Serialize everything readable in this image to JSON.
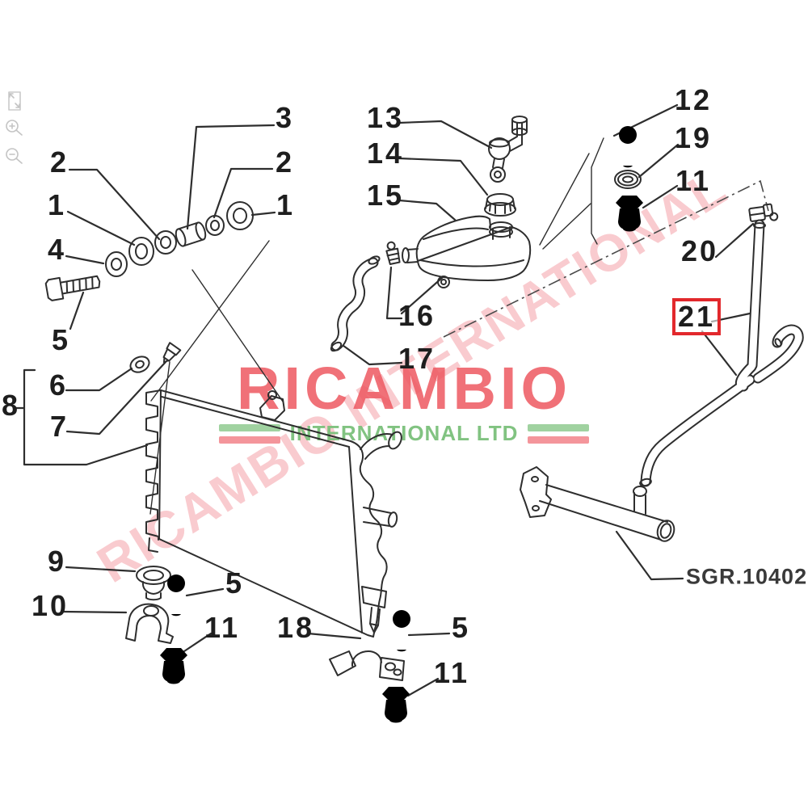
{
  "colors": {
    "hl": "#e2282c",
    "brand": "#ee5961",
    "sub": "#7bc07b",
    "flag_green": "#96cd96",
    "flag_red": "#f2828a",
    "diagonal": "#f3949c",
    "line": "#2e2e2e",
    "icon": "#c4c4c4"
  },
  "viewer": {
    "controls": [
      {
        "name": "fit-view"
      },
      {
        "name": "zoom-in"
      },
      {
        "name": "zoom-out"
      }
    ]
  },
  "watermark": {
    "brand": "RICAMBIO",
    "brand_sub": "INTERNATIONAL LTD",
    "diagonal": "RICAMBIO INTERNATIONAL"
  },
  "diagram": {
    "code_label": "SGR.10402",
    "highlighted_part": "21",
    "labels": {
      "n1": "1",
      "n2": "2",
      "n3": "3",
      "n4": "4",
      "n5": "5",
      "n6": "6",
      "n7": "7",
      "n8": "8",
      "n9": "9",
      "n10": "10",
      "n11": "11",
      "n12": "12",
      "n13": "13",
      "n14": "14",
      "n15": "15",
      "n16": "16",
      "n17": "17",
      "n18": "18",
      "n19": "19",
      "n20": "20",
      "n21": "21"
    }
  }
}
